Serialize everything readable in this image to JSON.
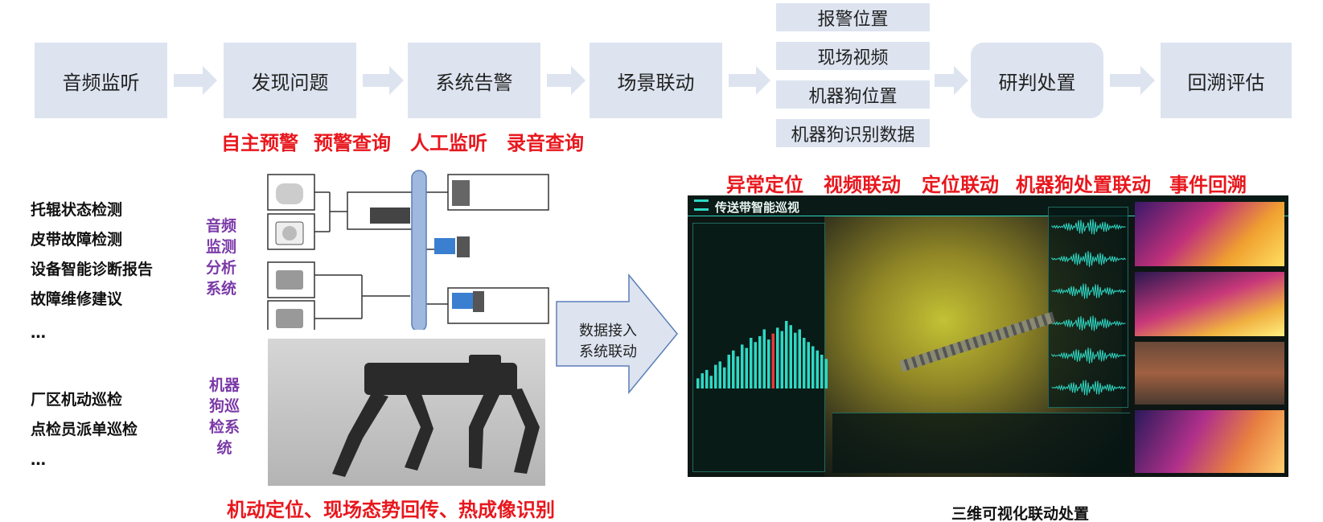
{
  "flow": {
    "steps": [
      "音频监听",
      "发现问题",
      "系统告警",
      "场景联动",
      "研判处置",
      "回溯评估"
    ],
    "scene_items": [
      "报警位置",
      "现场视频",
      "机器狗位置",
      "机器狗识别数据"
    ]
  },
  "labels_red": {
    "under_flow": [
      "自主预警",
      "预警查询",
      "人工监听",
      "录音查询"
    ],
    "dashboard_top": [
      "异常定位",
      "视频联动",
      "定位联动",
      "机器狗处置联动",
      "事件回溯"
    ],
    "bottom_left": "机动定位、现场态势回传、热成像识别"
  },
  "left_list": {
    "group1": [
      "托辊状态检测",
      "皮带故障检测",
      "设备智能诊断报告",
      "故障维修建议",
      "…"
    ],
    "group2": [
      "厂区机动巡检",
      "点检员派单巡检",
      "…"
    ]
  },
  "systems": {
    "audio": "音频\n监测\n分析\n系统",
    "robot": "机器\n狗巡\n检系\n统"
  },
  "big_arrow": {
    "line1": "数据接入",
    "line2": "系统联动"
  },
  "dashboard": {
    "title": "传送带智能巡视",
    "caption": "三维可视化联动处置",
    "bar_values": [
      12,
      18,
      22,
      15,
      28,
      32,
      25,
      40,
      45,
      38,
      52,
      48,
      60,
      55,
      62,
      70,
      58,
      65,
      72,
      68,
      80,
      75,
      66,
      70,
      60,
      55,
      50,
      45,
      40,
      35
    ],
    "colors": {
      "accent": "#2fd8c4",
      "bg": "#0d1613",
      "highlight": "#e83a3a"
    }
  },
  "colors": {
    "flow_box": "#dde4f0",
    "arrow": "#dde4f0",
    "red": "#e8171d",
    "purple": "#7b3aa8",
    "big_arrow_fill": "#dde4f0",
    "big_arrow_stroke": "#5b7fb8"
  }
}
